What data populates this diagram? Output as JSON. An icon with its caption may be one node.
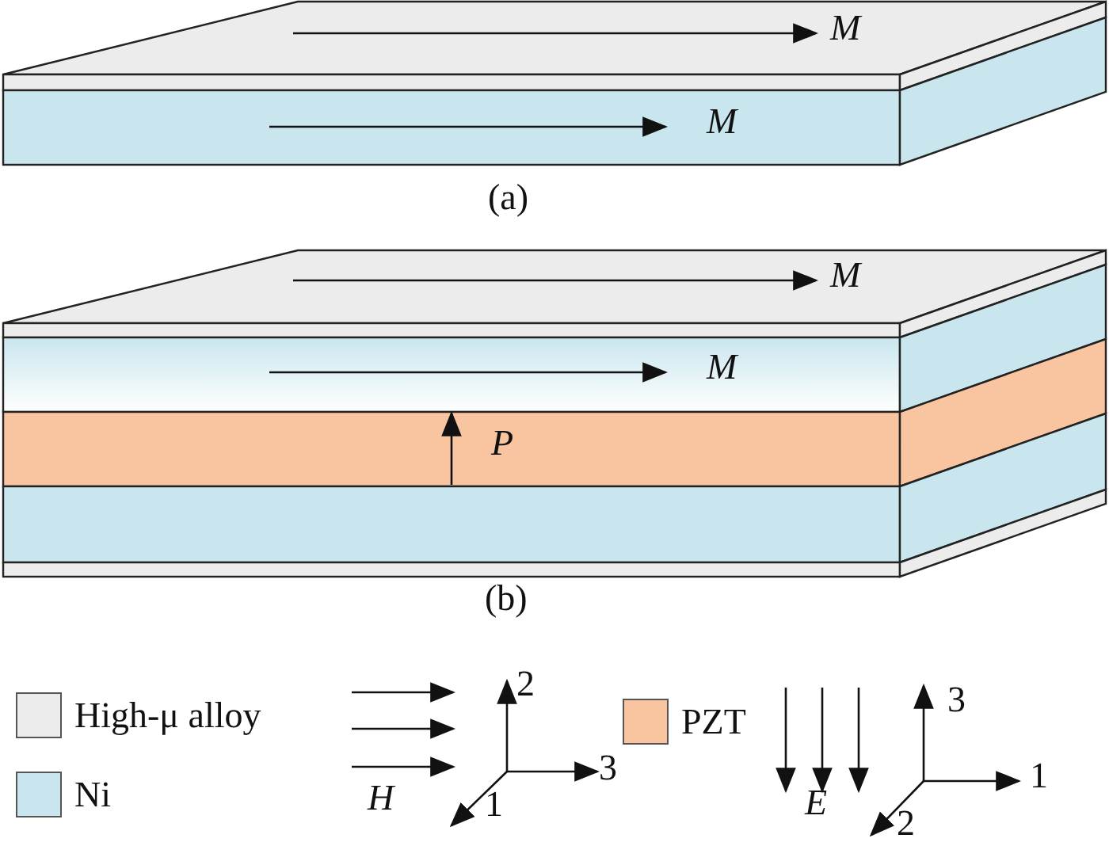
{
  "diagram": {
    "labels": [
      "M",
      "M",
      "(a)",
      "M",
      "M",
      "P",
      "(b)",
      "H",
      "2",
      "3",
      "1",
      "E",
      "3",
      "1",
      "2"
    ],
    "legend": [
      {
        "text": "High-μ alloy",
        "color": "#ececec"
      },
      {
        "text": "Ni",
        "color": "#c9e6ee"
      },
      {
        "text": "PZT",
        "color": "#f8c5a0"
      }
    ]
  }
}
